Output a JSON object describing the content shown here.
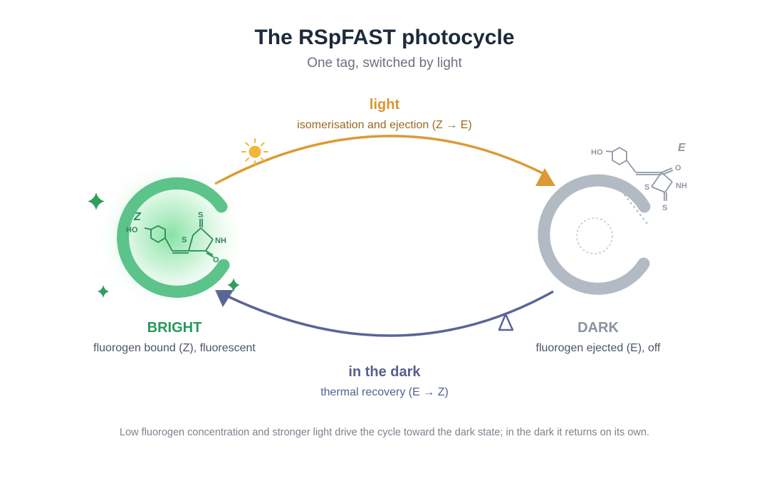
{
  "title": "The RSpFAST photocycle",
  "subtitle": "One tag, switched by light",
  "light_transition": {
    "label": "light",
    "description": "isomerisation and ejection (Z → E)"
  },
  "dark_transition": {
    "label": "in the dark",
    "description": "thermal recovery (E → Z)"
  },
  "bright_state": {
    "label": "BRIGHT",
    "description": "fluorogen bound (Z), fluorescent",
    "isomer": "Z"
  },
  "dark_state": {
    "label": "DARK",
    "description": "fluorogen ejected (E), off",
    "isomer": "E"
  },
  "molecule_atoms": {
    "hydroxyl": "HO",
    "sulfur": "S",
    "amine": "NH",
    "oxygen": "O"
  },
  "footnote": "Low fluorogen concentration and stronger light drive the cycle toward the dark state; in the dark it returns on its own.",
  "colors": {
    "bright": "#5cc38a",
    "bright_mol": "#2a8a55",
    "dark_state": "#b2bac4",
    "dark_mol": "#8f98a3",
    "light_arrow": "#dc9a34",
    "sun": "#f2b63c",
    "dark_arrow": "#5a6596"
  },
  "icons": [
    "sun-icon",
    "sparkle-icon",
    "triangle-arrowhead-icon",
    "open-triangle-icon"
  ]
}
